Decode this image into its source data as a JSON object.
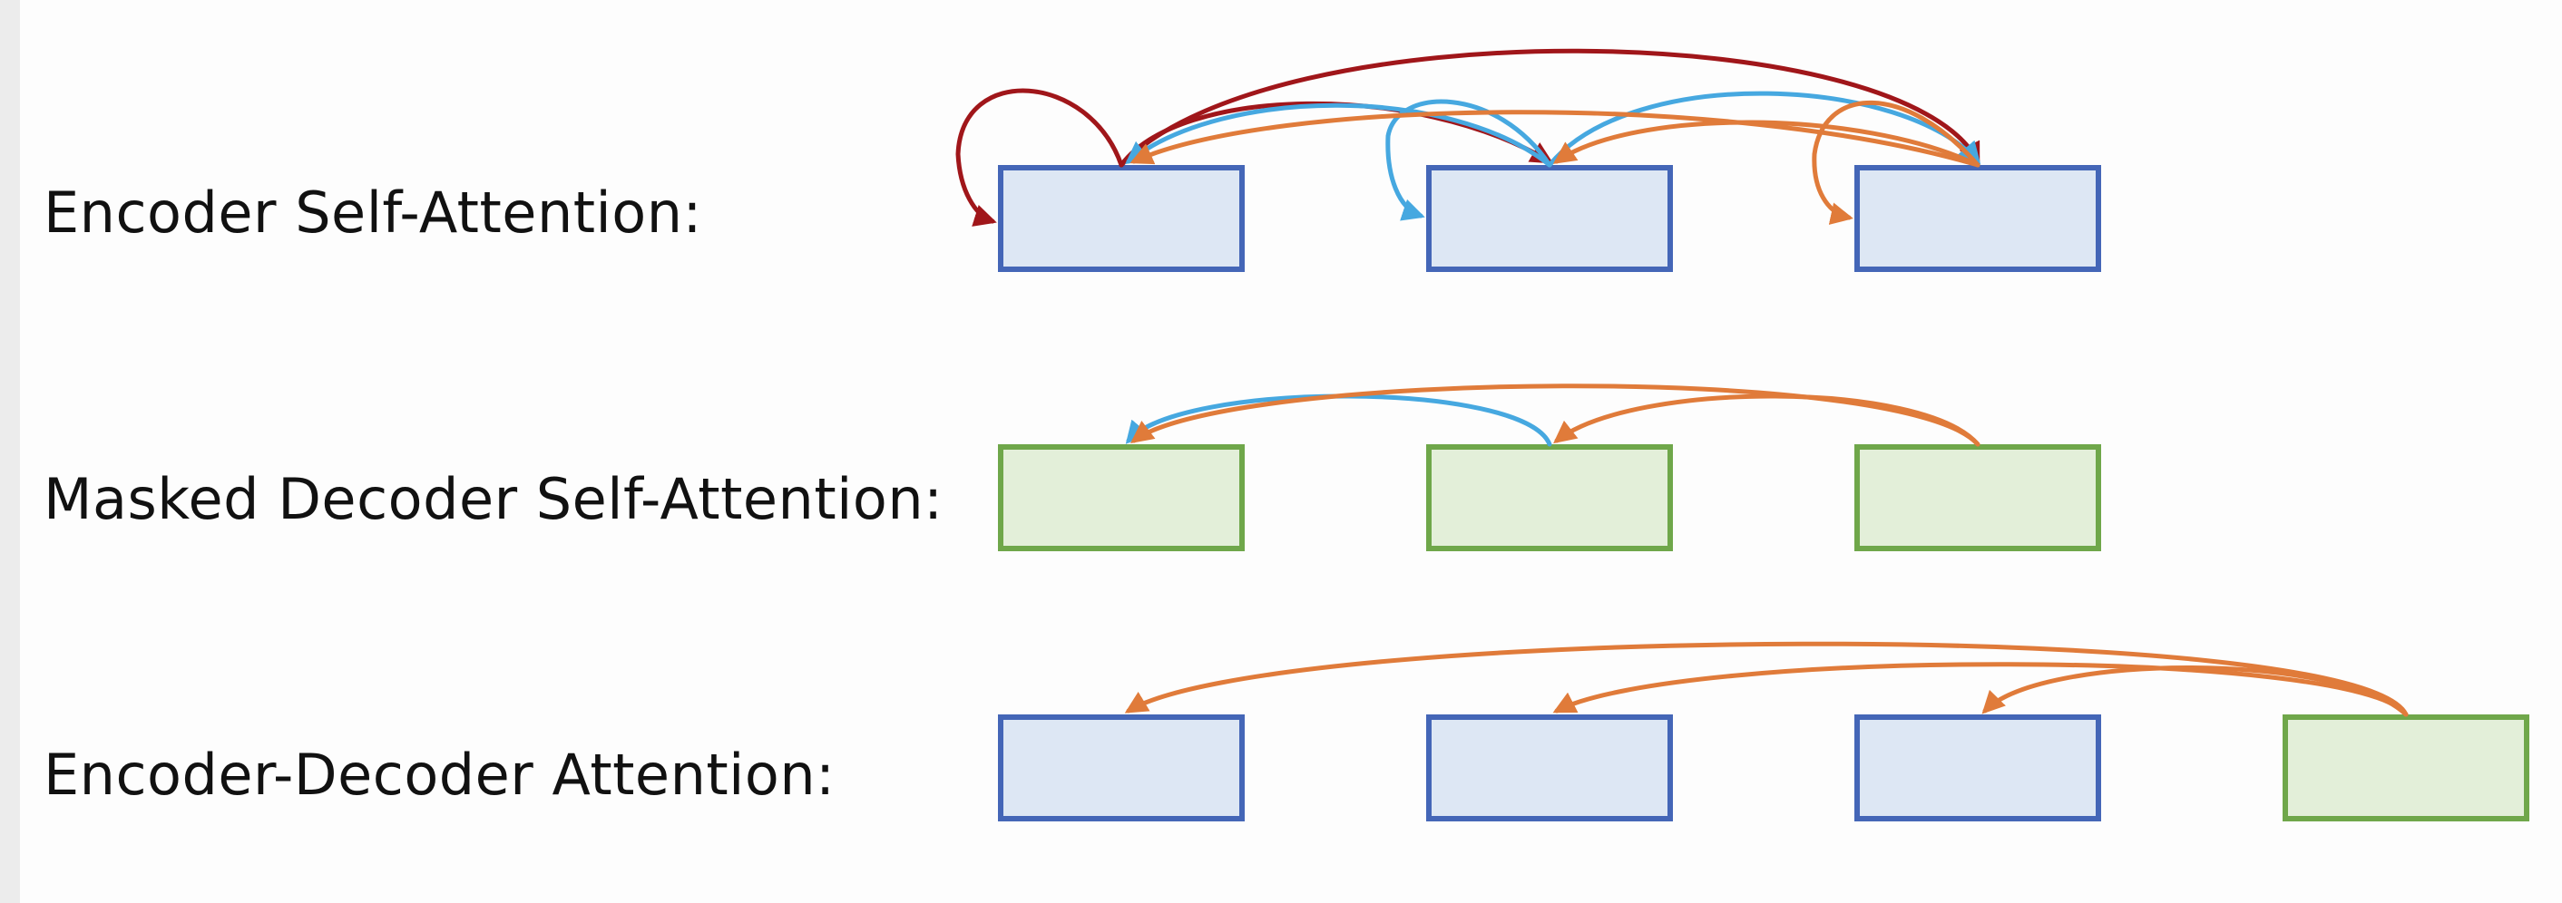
{
  "colors": {
    "encoder_fill": "#dde7f4",
    "encoder_stroke": "#4466b7",
    "decoder_fill": "#e3efd9",
    "decoder_stroke": "#6fa74a",
    "arrow_red": "#a0161a",
    "arrow_blue": "#46a8e0",
    "arrow_orange": "#e07b3a"
  },
  "rows": [
    {
      "label": "Encoder Self-Attention:",
      "boxes": [
        "encoder",
        "encoder",
        "encoder"
      ]
    },
    {
      "label": "Masked Decoder Self-Attention:",
      "boxes": [
        "decoder",
        "decoder",
        "decoder"
      ]
    },
    {
      "label": "Encoder-Decoder Attention:",
      "boxes": [
        "encoder",
        "encoder",
        "encoder",
        "decoder"
      ]
    }
  ]
}
